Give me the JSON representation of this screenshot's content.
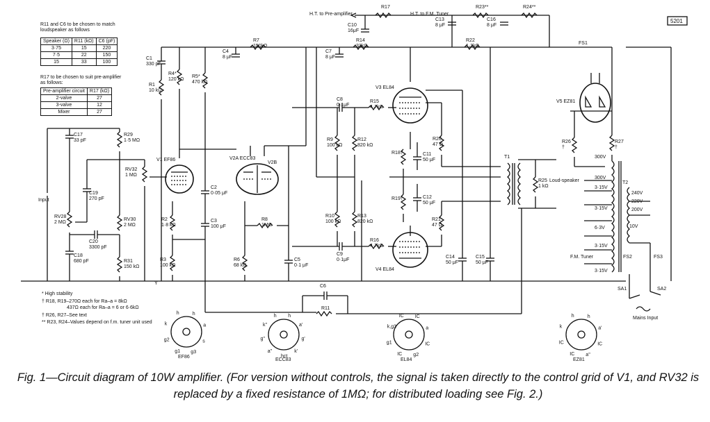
{
  "figure_id": "5201",
  "notes": {
    "r11_c6_title": "R11 and C6 to be chosen to match loudspeaker as follows",
    "r11_c6_headers": [
      "Speaker (Ω)",
      "R11 (kΩ)",
      "C6 (pF)"
    ],
    "r11_c6_rows": [
      [
        "3·75",
        "15",
        "220"
      ],
      [
        "7·5",
        "22",
        "150"
      ],
      [
        "15",
        "33",
        "100"
      ]
    ],
    "r17_title": "R17 to be chosen to suit pre-amplifier as follows:",
    "r17_headers": [
      "Pre-amplifier circuit",
      "R17 (kΩ)"
    ],
    "r17_rows": [
      [
        "2-valve",
        "27"
      ],
      [
        "3-valve",
        "12"
      ],
      [
        "Mixer",
        "27"
      ]
    ]
  },
  "legend": [
    "* High stability",
    "† R18, R19–270Ω each for Ra–a = 8kΩ",
    "437Ω each for Ra–a = 6 or 6·6kΩ",
    "† R26, R27–See text",
    "** R23, R24–Values depend on f.m. tuner unit used"
  ],
  "labels": {
    "ht_preamp": "H.T. to Pre-amplifier",
    "ht_fm": "H.T. to F.M. Tuner",
    "input": "Input",
    "loudspeaker": "Loud-speaker",
    "mains_input": "Mains Input",
    "fm_tuner": "F.M. Tuner",
    "fs1": "FS1",
    "fs2": "FS2",
    "fs3": "FS3",
    "sa1": "SA1",
    "sa2": "SA2",
    "t1": "T1",
    "t2": "T2",
    "y": "Y",
    "v1": "V1 EF86",
    "v2a": "V2A ECC83",
    "v2b": "V2B",
    "v3": "V3 EL84",
    "v4": "V4 EL84",
    "v5": "V5 EZ81",
    "t2_taps": [
      "300V",
      "300V",
      "3·15V",
      "3·15V",
      "6·3V",
      "3·15V",
      "3·15V",
      "10V",
      "240V",
      "220V",
      "200V"
    ]
  },
  "components": [
    {
      "ref": "R17",
      "val": ""
    },
    {
      "ref": "R23**",
      "val": ""
    },
    {
      "ref": "R24**",
      "val": ""
    },
    {
      "ref": "C10",
      "val": "16μF"
    },
    {
      "ref": "C13",
      "val": "8 μF"
    },
    {
      "ref": "C16",
      "val": "8 μF"
    },
    {
      "ref": "C1",
      "val": "330 pF"
    },
    {
      "ref": "R1",
      "val": "10 kΩ"
    },
    {
      "ref": "R4*",
      "val": "120 kΩ"
    },
    {
      "ref": "R5*",
      "val": "470 kΩ"
    },
    {
      "ref": "R7",
      "val": "150kΩ"
    },
    {
      "ref": "C4",
      "val": "8 μF"
    },
    {
      "ref": "C7",
      "val": "8 μF"
    },
    {
      "ref": "R14",
      "val": "33kΩ"
    },
    {
      "ref": "R22",
      "val": "1·2kΩ"
    },
    {
      "ref": "C17",
      "val": "33 pF"
    },
    {
      "ref": "R29",
      "val": "1·5 MΩ"
    },
    {
      "ref": "RV32",
      "val": "1 MΩ"
    },
    {
      "ref": "C19",
      "val": "270 pF"
    },
    {
      "ref": "RV28",
      "val": "2 MΩ"
    },
    {
      "ref": "C20",
      "val": "3300 pF"
    },
    {
      "ref": "RV30",
      "val": "2 MΩ"
    },
    {
      "ref": "C18",
      "val": "680 pF"
    },
    {
      "ref": "R31",
      "val": "150 kΩ"
    },
    {
      "ref": "R2",
      "val": "1·8 kΩ"
    },
    {
      "ref": "R3",
      "val": "100 kΩ"
    },
    {
      "ref": "C2",
      "val": "0·05 μF"
    },
    {
      "ref": "C3",
      "val": "100 μF"
    },
    {
      "ref": "R8",
      "val": "1MΩ"
    },
    {
      "ref": "R6",
      "val": "68 kΩ"
    },
    {
      "ref": "C5",
      "val": "0·1 μF"
    },
    {
      "ref": "C8",
      "val": "0·1μF"
    },
    {
      "ref": "R15",
      "val": "4·7kΩ"
    },
    {
      "ref": "R9",
      "val": "100 kΩ"
    },
    {
      "ref": "R12",
      "val": "820 kΩ"
    },
    {
      "ref": "R10",
      "val": "100 kΩ"
    },
    {
      "ref": "R13",
      "val": "820 kΩ"
    },
    {
      "ref": "C9",
      "val": "0·1μF"
    },
    {
      "ref": "R16",
      "val": "4·7kΩ"
    },
    {
      "ref": "R18†",
      "val": ""
    },
    {
      "ref": "C11",
      "val": "50 μF"
    },
    {
      "ref": "R19†",
      "val": ""
    },
    {
      "ref": "C12",
      "val": "50 μF"
    },
    {
      "ref": "R20",
      "val": "47 Ω"
    },
    {
      "ref": "R21",
      "val": "47 Ω"
    },
    {
      "ref": "C14",
      "val": "50 μF"
    },
    {
      "ref": "C15",
      "val": "50 μF"
    },
    {
      "ref": "R25",
      "val": "1 kΩ"
    },
    {
      "ref": "R26",
      "val": "†"
    },
    {
      "ref": "R27",
      "val": "†"
    },
    {
      "ref": "C6",
      "val": ""
    },
    {
      "ref": "R11",
      "val": ""
    }
  ],
  "bases": [
    {
      "name": "EF86",
      "pins": [
        "h",
        "h",
        "a",
        "s",
        "g3",
        "g1",
        "g2",
        "k"
      ]
    },
    {
      "name": "ECC83",
      "pins": [
        "h",
        "h",
        "a'",
        "g'",
        "k'",
        "hct",
        "a''",
        "g''",
        "k''"
      ]
    },
    {
      "name": "EL84",
      "pins": [
        "IC",
        "IC",
        "a",
        "IC",
        "g2",
        "IC",
        "g1",
        "k,g3"
      ]
    },
    {
      "name": "EZ81",
      "pins": [
        "h",
        "h",
        "a'",
        "IC",
        "a''",
        "IC",
        "IC",
        "k"
      ]
    }
  ],
  "caption": "Fig. 1—Circuit diagram of 10W amplifier. (For version without controls, the signal is taken directly to the control grid of V1, and RV32 is replaced by a fixed resistance of 1MΩ; for distributed loading see Fig. 2.)"
}
